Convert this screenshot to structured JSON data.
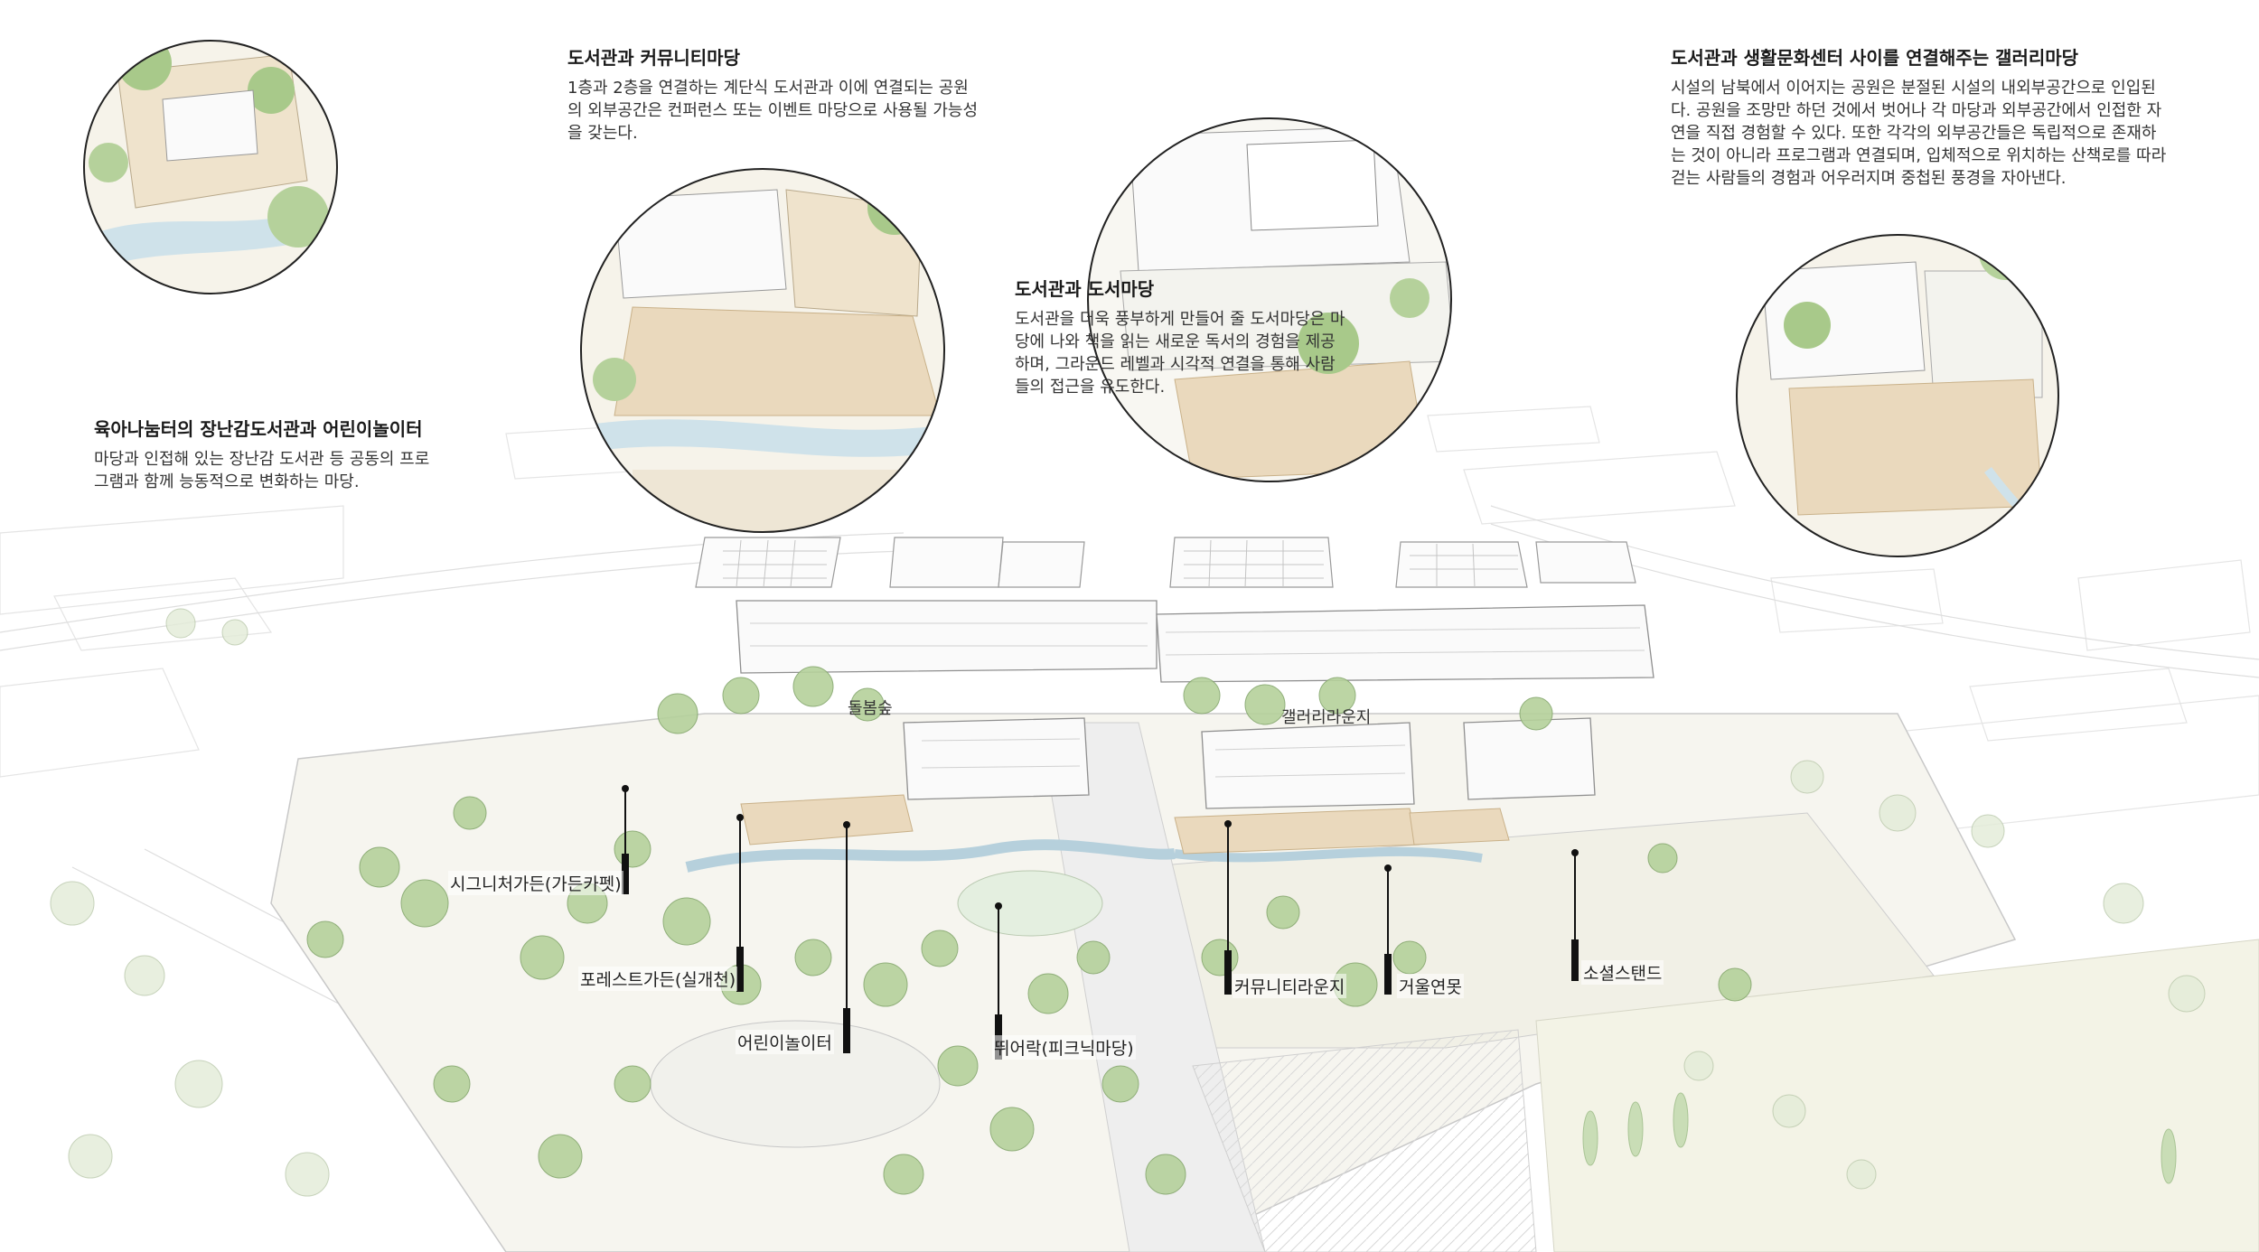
{
  "panels": [
    {
      "id": "childcare",
      "title": "육아나눔터의 장난감도서관과 어린이놀이터",
      "body": "마당과 인접해 있는 장난감 도서관 등 공동의 프로그램과 함께 능동적으로 변화하는 마당."
    },
    {
      "id": "community",
      "title": "도서관과 커뮤니티마당",
      "body": "1층과 2층을 연결하는 계단식 도서관과 이에 연결되는 공원의 외부공간은 컨퍼런스 또는 이벤트 마당으로 사용될 가능성을 갖는다."
    },
    {
      "id": "bookyard",
      "title": "도서관과 도서마당",
      "body": "도서관을 더욱 풍부하게 만들어 줄 도서마당은 마당에 나와 책을 읽는 새로운 독서의 경험을 제공하며, 그라운드 레벨과 시각적 연결을 통해 사람들의 접근을 유도한다."
    },
    {
      "id": "gallery",
      "title": "도서관과 생활문화센터 사이를 연결해주는 갤러리마당",
      "body": "시설의 남북에서 이어지는 공원은 분절된 시설의 내외부공간으로 인입된다. 공원을 조망만 하던 것에서 벗어나 각 마당과 외부공간에서 인접한 자연을 직접 경험할 수 있다. 또한 각각의 외부공간들은 독립적으로 존재하는 것이 아니라 프로그램과 연결되며, 입체적으로 위치하는 산책로를 따라 걷는 사람들의 경험과 어우러지며 중첩된 풍경을 자아낸다."
    }
  ],
  "areas": [
    {
      "id": "dolbom",
      "label": "돌봄숲"
    },
    {
      "id": "gallery_lounge",
      "label": "갤러리라운지"
    }
  ],
  "callouts": [
    {
      "id": "signature",
      "label": "시그니처가든(가든카펫)"
    },
    {
      "id": "forest",
      "label": "포레스트가든(실개천)"
    },
    {
      "id": "playground",
      "label": "어린이놀이터"
    },
    {
      "id": "picnic",
      "label": "뛰어락(피크닉마당)"
    },
    {
      "id": "community_lounge",
      "label": "커뮤니티라운지"
    },
    {
      "id": "mirror_pond",
      "label": "거울연못"
    },
    {
      "id": "social_stand",
      "label": "소셜스탠드"
    }
  ],
  "colors": {
    "wood": "#e9d8bc",
    "green": "#a8c98a",
    "dark_green": "#7fa866",
    "water": "#c9dfe8",
    "line": "#8a8a8a"
  }
}
